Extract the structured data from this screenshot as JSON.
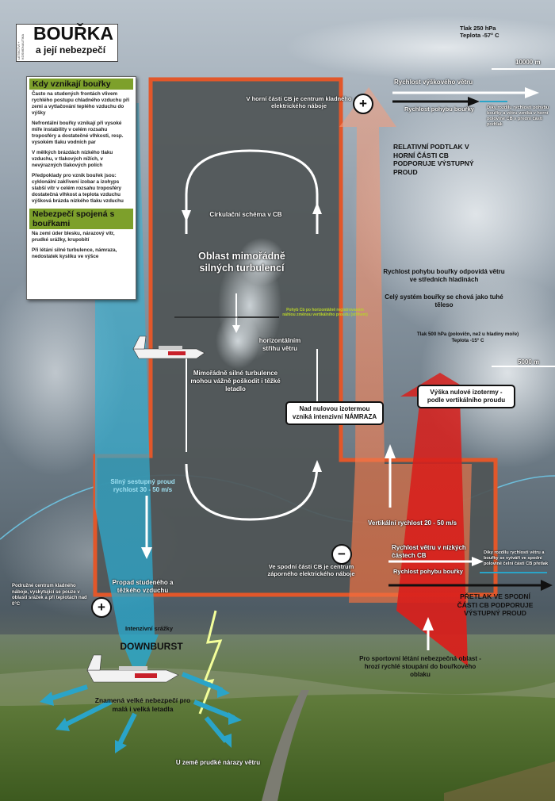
{
  "title": {
    "main": "BOUŘKA",
    "sub": "a její nebezpečí",
    "vertical": "LETECTVÍ + KOSMONAUTIKA"
  },
  "top_info": {
    "pressure": "Tlak 250 hPa",
    "temperature": "Teplota -57° C"
  },
  "altitude": {
    "high": "10000 m",
    "mid": "5000 m"
  },
  "panel": {
    "heading1": "Kdy vznikají bouřky",
    "p1": "Často na studených frontách vlivem rychlého postupu chladného vzduchu při zemi a vytlačování teplého vzduchu do výšky",
    "p2": "Nefrontální bouřky vznikají při vysoké míře instability v celém rozsahu troposféry a dostatečné vlhkosti, resp. vysokém tlaku vodních par",
    "p3": "V mělkých brázdách nízkého tlaku vzduchu, v tlakových nížích, v nevýrazných tlakových polích",
    "p4": "Předpoklady pro vznik bouřek jsou: cyklonální zakřivení izobar a izohyps slabší vítr v celém rozsahu troposféry dostatečná vlhkost a teplota vzduchu výšková brázda nízkého tlaku vzduchu",
    "heading2": "Nebezpečí spojená s bouřkami",
    "p5": "Na zemi úder blesku, nárazový vítr, prudké srážky, krupobití",
    "p6": "Při létání silné turbulence, námraza, nedostatek kyslíku ve výšce"
  },
  "labels": {
    "positive_top": "V horní části CB je centrum kladného elektrického náboje",
    "circulation": "Cirkulační schéma v CB",
    "turbulence_area": "Oblast mimořádně silných turbulencí",
    "shear_note": "Pohyb Cb po horizontálně registrovaném náhlou změnou vertikálního proudu (střihem)",
    "horizontal_shear": "horizontálním střihu větru",
    "severe_turbulence": "Mimořádně silné turbulence mohou vážně poškodit i těžké letadlo",
    "icing": "Nad nulovou izotermou vzniká intenzivní NÁMRAZA",
    "zero_isotherm": "Výška nulové izotermy - podle vertikálního proudu",
    "downdraft": "Silný sestupný proud rychlost 30 - 50 m/s",
    "vertical_speed": "Vertikální rychlost 20 - 50 m/s",
    "negative_bottom": "Ve spodní části CB je centrum záporného elektrického náboje",
    "cold_drop": "Propad studeného a těžkého vzduchu",
    "positive_bottom": "Podružné centrum kladného náboje, vyskytující se pouze v oblasti srážek a při teplotách nad 0°C",
    "precip": "Intenzivní srážky",
    "downburst": "DOWNBURST",
    "danger_aircraft": "Znamená velké nebezpečí pro malá i velká letadla",
    "ground_gusts": "U země prudké nárazy větru",
    "gliding_danger": "Pro sportovní létání nebezpečná oblast - hrozí rychlé stoupání do bouřkového oblaku"
  },
  "right": {
    "wind_high": "Rychlost výškového větru",
    "storm_motion_high": "Rychlost pohybu bouřky",
    "diff_high": "Díky rozdílu rychlosti pohybu bouřky a větru vzniká v horní polovině CB v přední části podtlak",
    "relative_low": "RELATIVNÍ PODTLAK V HORNÍ ČÁSTI CB PODPORUJE VÝSTUPNÝ PROUD",
    "storm_speed_mid": "Rychlost pohybu bouřky odpovídá větru ve středních hladinách",
    "rigid_body": "Celý systém bouřky se chová jako tuhé těleso",
    "pressure_500": "Tlak 500 hPa (polovičn, než u hladiny moře) Teplota -15° C",
    "wind_low": "Rychlost větru v nízkých částech CB",
    "storm_motion_low": "Rychlost pohybu bouřky",
    "diff_low": "Díky rozdílu rychlosti větru a bouřky se vytváří ve spodní polovině čelní části CB přetlak",
    "overpressure": "PŘETLAK VE SPODNÍ ČÁSTI CB PODPORUJE VÝSTUPNÝ PROUD"
  },
  "signs": {
    "plus": "+",
    "minus": "−"
  },
  "colors": {
    "frame": "#e2572a",
    "updraft": "#d8201c",
    "downdraft": "#2aa4c8",
    "accent_green": "#7da02b"
  }
}
